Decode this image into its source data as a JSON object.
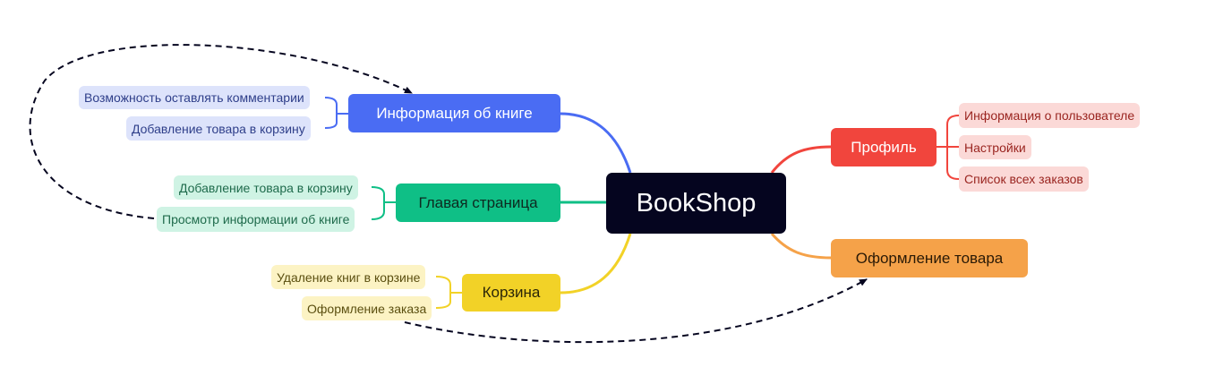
{
  "root": {
    "label": "BookShop"
  },
  "branches": {
    "info": {
      "label": "Информация об книге",
      "color": "#4a6cf3",
      "children": [
        "Возможность оставлять комментарии",
        "Добавление товара в корзину"
      ]
    },
    "home": {
      "label": "Главая страница",
      "color": "#0fbf86",
      "children": [
        "Добавление товара в корзину",
        "Просмотр информации об книге"
      ]
    },
    "cart": {
      "label": "Корзина",
      "color": "#f2d227",
      "children": [
        "Удаление книг в корзине",
        "Оформление заказа"
      ]
    },
    "profile": {
      "label": "Профиль",
      "color": "#f1453d",
      "children": [
        "Информация о пользователе",
        "Настройки",
        "Список всех заказов"
      ]
    },
    "checkout": {
      "label": "Оформление товара",
      "color": "#f5a249",
      "children": []
    }
  },
  "relations": [
    {
      "from": "Просмотр информации об книге",
      "to": "Информация об книге",
      "style": "dashed"
    },
    {
      "from": "Оформление заказа",
      "to": "Оформление товара",
      "style": "dashed"
    }
  ]
}
